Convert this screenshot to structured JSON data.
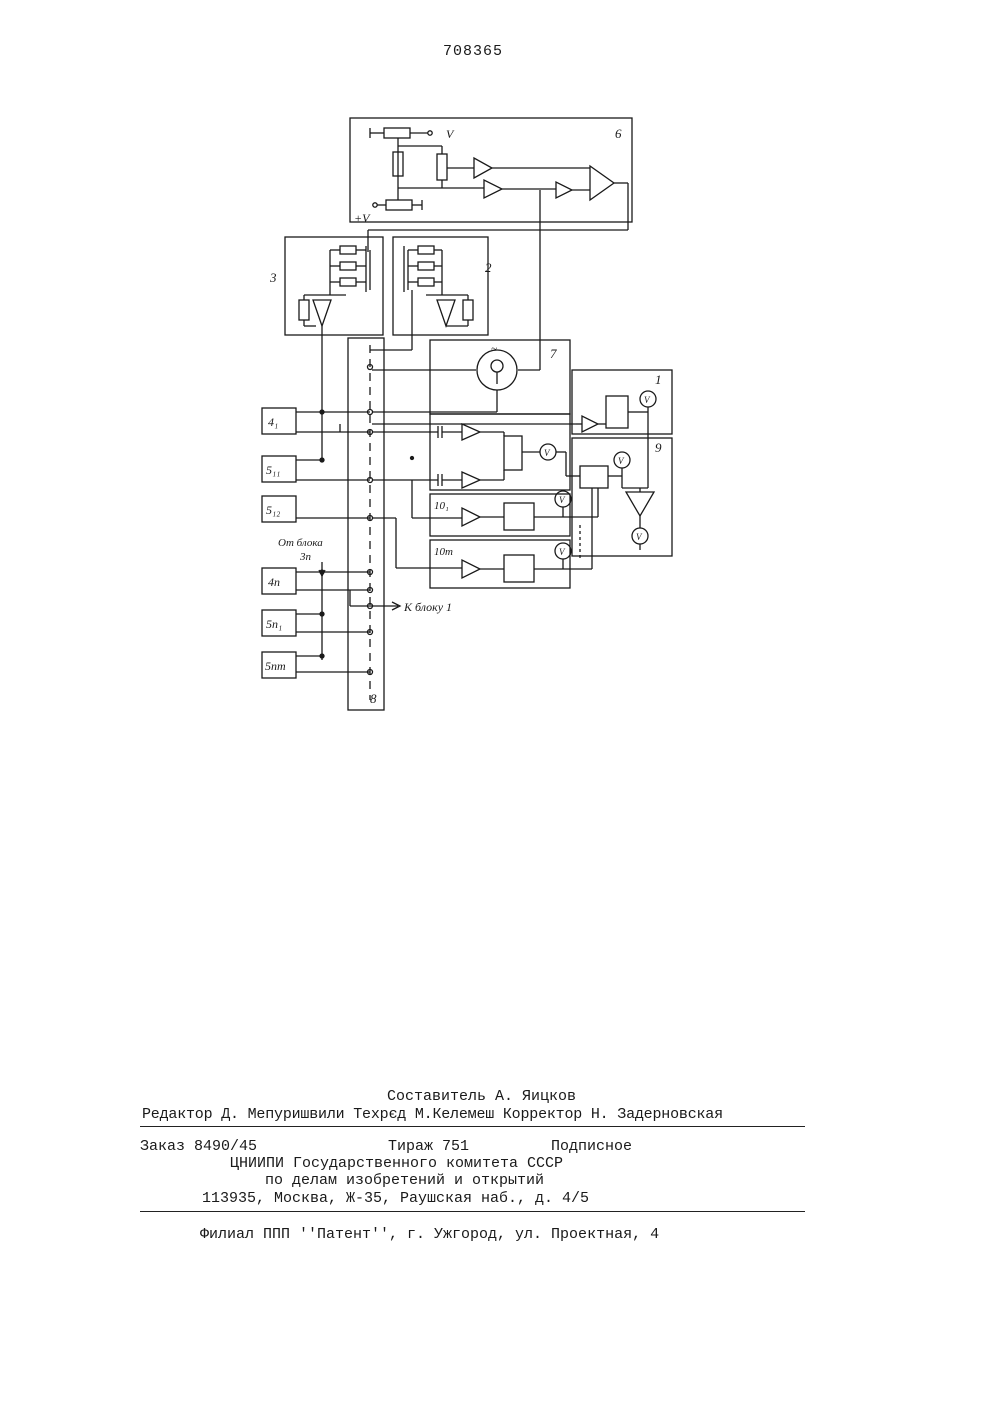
{
  "document": {
    "patent_number": "708365"
  },
  "diagram": {
    "block_labels": {
      "b6": "6",
      "b3": "3",
      "b2": "2",
      "b7": "7",
      "b1": "1",
      "b9": "9",
      "b10_1": "10₁",
      "b10_m": "10m",
      "b8": "8",
      "b4_1": "4₁",
      "b5_11": "5₁₁",
      "b5_12": "5₁₂",
      "b4_n": "4n",
      "b5_n1": "5n₁",
      "b5_nm": "5nm"
    },
    "supply_top": "V",
    "supply_left": "+V",
    "from_block_line1": "От блока",
    "from_block_line2": "3n",
    "to_block": "К блоку 1",
    "meter_symbol": "V",
    "generator_symbol": "~"
  },
  "imprint": {
    "compiler": "Составитель А. Яицков",
    "editors": "Редактор Д. Мепуришвили Техрєд М.Келемеш Корректор Н. Задерновская",
    "order": "Заказ 8490/45",
    "circulation": "Тираж  751",
    "subscription": "Подписное",
    "org_line1": "ЦНИИПИ Государственного комитета СССР",
    "org_line2": "по делам изобретений и открытий",
    "address": "113935, Москва, Ж-35, Раушская наб., д. 4/5",
    "branch": "Филиал ППП ''Патент'', г. Ужгород, ул. Проектная, 4"
  }
}
